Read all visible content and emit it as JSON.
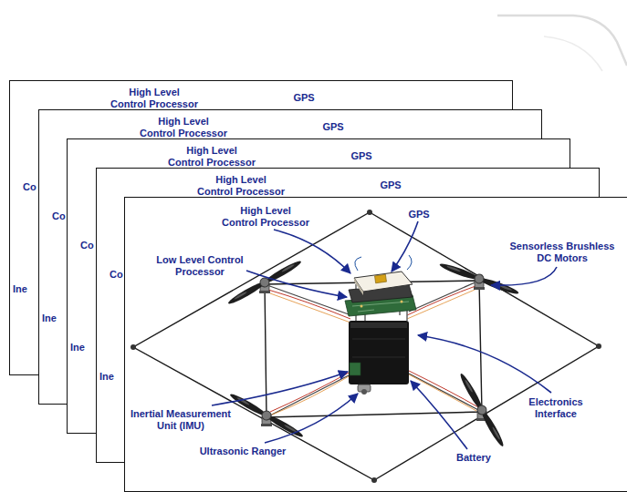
{
  "diagram": {
    "nodes": [
      {
        "text": [
          "High Level Control Processor",
          "GPS",
          "Co",
          "Ine"
        ]
      },
      {
        "text": [
          "High Level Control Processor",
          "GPS",
          "Co",
          "Ine"
        ]
      },
      {
        "text": [
          "High Level Control Processor",
          "GPS",
          "Co",
          "Ine"
        ]
      },
      {
        "text": [
          "High Level Control Processor",
          "GPS",
          "Co",
          "Ine"
        ]
      },
      {
        "text": [
          "High Level Control Processor",
          "GPS",
          "Sensorless Brushless DC Motors",
          "Low Level Control Processor",
          "Electronics Interface",
          "Inertial Measurement Unit (IMU)",
          "Ultrasonic Ranger",
          "Battery"
        ]
      }
    ]
  }
}
